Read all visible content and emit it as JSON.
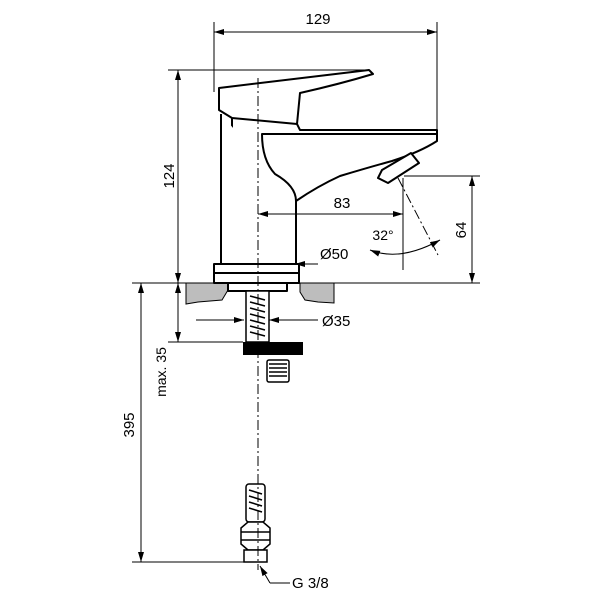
{
  "dimensions": {
    "width_overall": "129",
    "height_tap": "124",
    "spout_reach": "83",
    "spout_height": "64",
    "angle": "32°",
    "base_diameter": "Ø50",
    "shank_diameter": "Ø35",
    "max_deck_thickness": "max. 35",
    "hose_length": "395",
    "connection_thread": "G 3/8"
  },
  "colors": {
    "line": "#000000",
    "countertop": "#bdbdbd",
    "background": "#ffffff"
  }
}
